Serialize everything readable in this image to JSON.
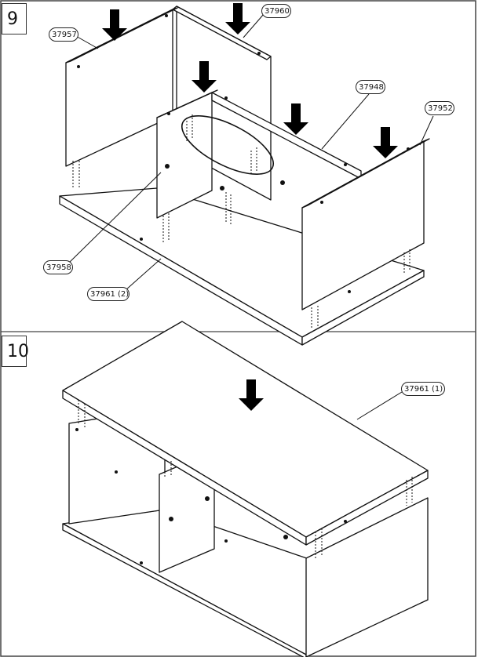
{
  "steps": [
    {
      "number": "9",
      "callouts": [
        "37960",
        "37957",
        "37948",
        "37952",
        "37958",
        "37961 (2)"
      ]
    },
    {
      "number": "10",
      "callouts": [
        "37961 (1)"
      ]
    }
  ]
}
